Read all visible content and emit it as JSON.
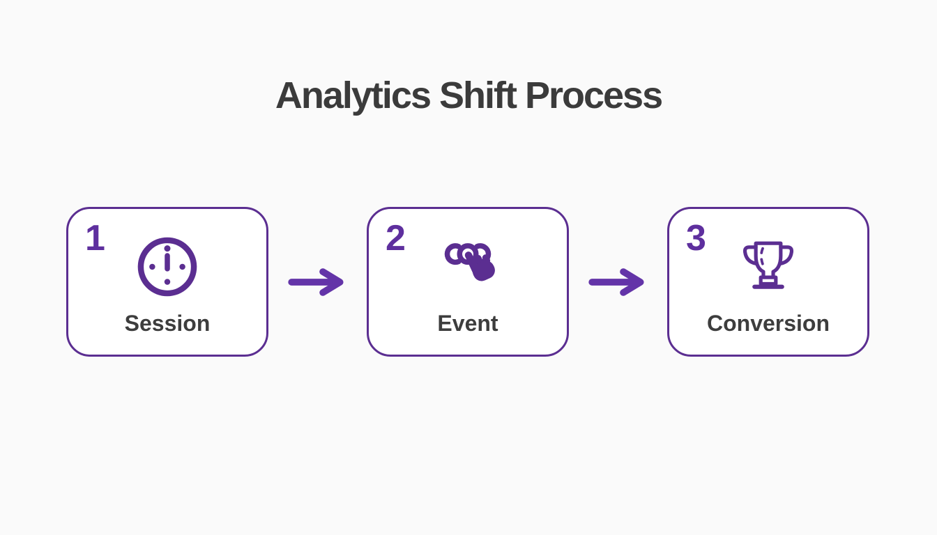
{
  "title": "Analytics Shift Process",
  "steps": [
    {
      "number": "1",
      "label": "Session",
      "icon": "clock-icon"
    },
    {
      "number": "2",
      "label": "Event",
      "icon": "tap-icon"
    },
    {
      "number": "3",
      "label": "Conversion",
      "icon": "trophy-icon"
    }
  ],
  "colors": {
    "background": "#FAFAFA",
    "box_border": "#5B2E91",
    "number": "#5E2F9E",
    "arrow": "#6334A8",
    "icon": "#5B2E91",
    "label": "#3D3D3D",
    "title": "#3B3B3B",
    "card_bg": "#FFFFFF"
  }
}
